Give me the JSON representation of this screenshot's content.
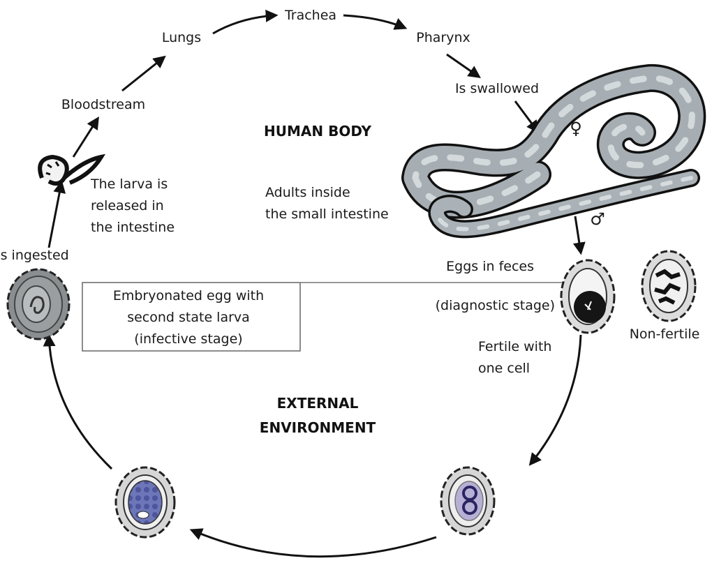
{
  "regions": {
    "top": "HUMAN BODY",
    "bottom_line1": "EXTERNAL",
    "bottom_line2": "ENVIRONMENT"
  },
  "stages": {
    "trachea": "Trachea",
    "lungs": "Lungs",
    "pharynx": "Pharynx",
    "bloodstream": "Bloodstream",
    "swallowed": "Is swallowed",
    "larva_line1": "The larva is",
    "larva_line2": "released in",
    "larva_line3": "the intestine",
    "adults_line1": "Adults inside",
    "adults_line2": "the small intestine",
    "ingested": "Is ingested",
    "eggs_feces": "Eggs in feces",
    "diagnostic": "(diagnostic stage)",
    "embryo_line1": "Embryonated egg with",
    "embryo_line2": "second state larva",
    "embryo_line3": "(infective stage)",
    "nonfertile": "Non-fertile",
    "fertile_line1": "Fertile with",
    "fertile_line2": "one cell",
    "female_symbol": "♀",
    "male_symbol": "♂"
  }
}
